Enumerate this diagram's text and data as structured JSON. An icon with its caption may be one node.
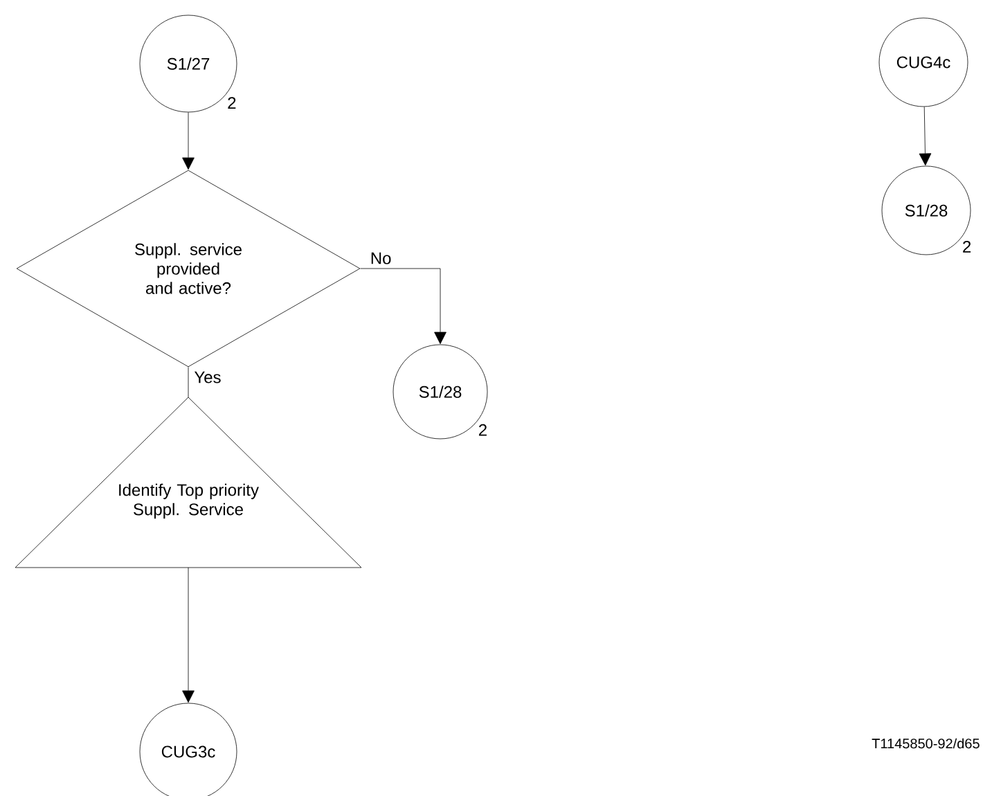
{
  "diagram": {
    "nodes": [
      {
        "text": [
          "S1/27"
        ],
        "beside": [
          "2"
        ]
      },
      {
        "text": [
          "Suppl. service provided and active?"
        ]
      },
      {
        "text": [
          "S1/28"
        ],
        "beside": [
          "2"
        ]
      },
      {
        "text": [
          "Identify Top priority Suppl. Service"
        ]
      },
      {
        "text": [
          "CUG3c"
        ]
      },
      {
        "text": [
          "CUG4c"
        ]
      },
      {
        "text": [
          "S1/28"
        ],
        "beside": [
          "2"
        ]
      }
    ],
    "edges": [
      {
        "from": 0,
        "to": 1,
        "arrow": "to"
      },
      {
        "from": 1,
        "to": 2,
        "arrow": "to",
        "label": "No"
      },
      {
        "from": 1,
        "to": 3,
        "arrow": "none",
        "label": "Yes"
      },
      {
        "from": 3,
        "to": 4,
        "arrow": "to"
      },
      {
        "from": 5,
        "to": 6,
        "arrow": "to"
      }
    ],
    "labels": [
      "T1145850-92/d65"
    ]
  }
}
